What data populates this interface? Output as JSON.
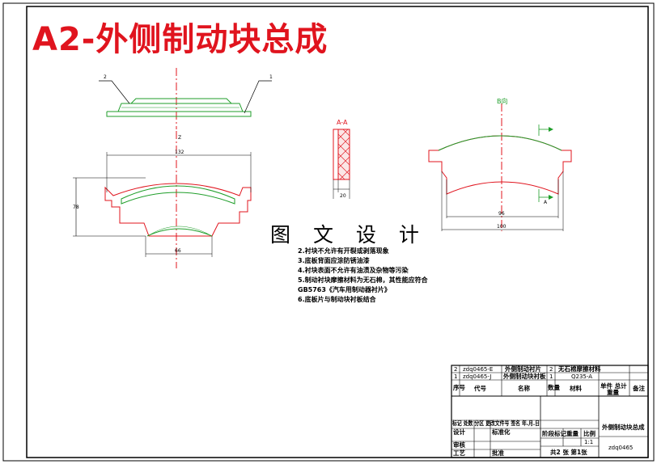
{
  "drawing": {
    "title": "A2-外侧制动块总成",
    "watermark": "图 文 设 计",
    "section_label": "A-A",
    "view_label": "B向",
    "part_callouts": [
      "2",
      "1"
    ],
    "dims": {
      "top_width": "132",
      "height": "78",
      "bottom_width": "66",
      "section_width": "20",
      "right_inner": "96",
      "right_overall": "100",
      "marker_a": "A",
      "marker_z": "Z"
    }
  },
  "notes": [
    "2.衬块不允许有开裂或剥落现象",
    "3.底板背面应涂防锈油漆",
    "4.衬块表面不允许有油渍及杂物等污染",
    "5.制动衬块摩擦材料为无石棉，其性能应符合",
    "GB5763《汽车用制动器衬片》",
    "6.底板片与制动块衬板结合"
  ],
  "title_block": {
    "parts": [
      {
        "no": "2",
        "code": "zdq0465-E",
        "name": "外侧制动衬片",
        "qty": "2",
        "material": "无石棉摩擦材料"
      },
      {
        "no": "1",
        "code": "zdq0465-J",
        "name": "外侧制动块衬板",
        "qty": "1",
        "material": "Q235-A"
      }
    ],
    "headers": {
      "no": "序号",
      "code": "代号",
      "name": "名称",
      "qty": "数量",
      "material": "材料",
      "single_total": "单件 总计",
      "weight": "重量",
      "remark": "备注"
    },
    "rev_header": "标记 处数 分区 更改文件号 签名 年.月.日",
    "design": "设计",
    "standardize": "标准化",
    "review": "审核",
    "process": "工艺",
    "approve": "批准",
    "stage_mark": "阶段标记",
    "weight": "重量",
    "scale": "比例",
    "scale_value": "1:1",
    "sheets": "共2 张 第1张",
    "drawing_name": "外侧制动块总成",
    "drawing_no": "zdq0465"
  }
}
